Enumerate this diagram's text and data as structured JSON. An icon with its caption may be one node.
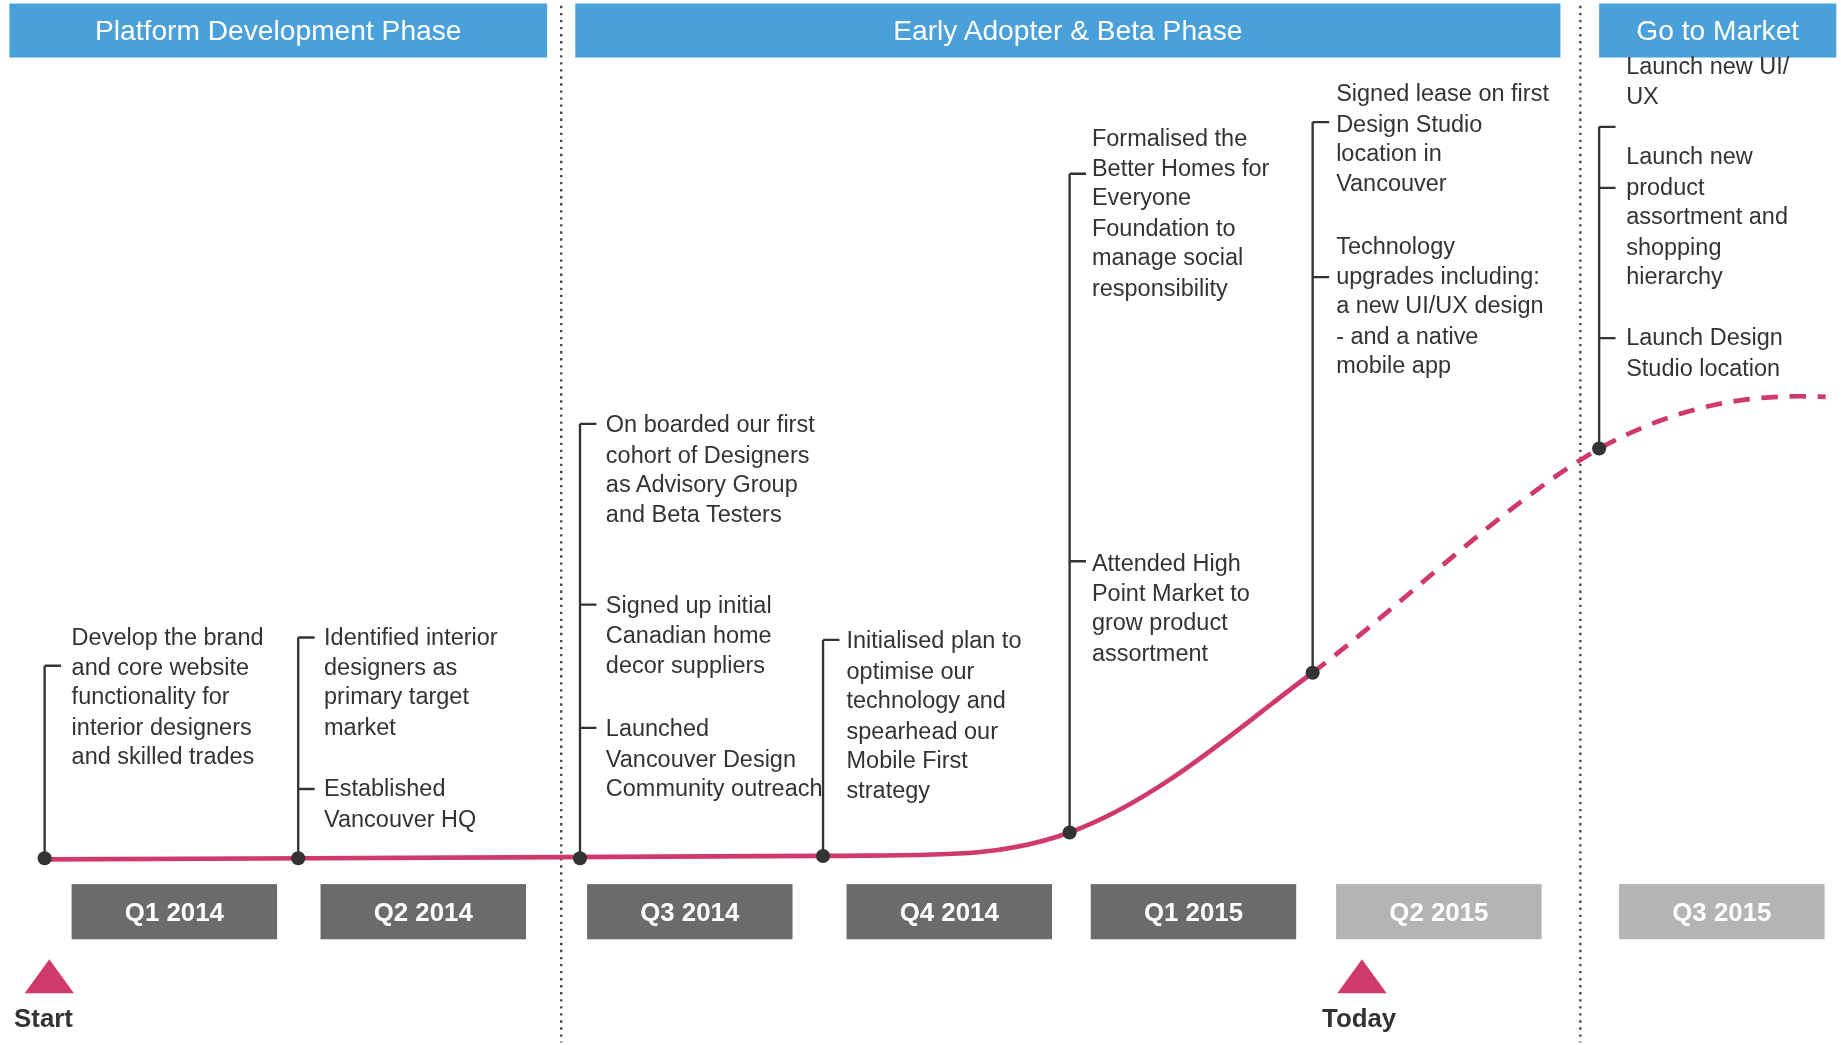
{
  "diagram": {
    "nodes": [
      {
        "text": [
          "Platform Development Phase"
        ]
      },
      {
        "text": [
          "Early Adopter & Beta Phase"
        ]
      },
      {
        "text": [
          "Go to Market"
        ]
      },
      {
        "text": [
          "Q1 2014"
        ]
      },
      {
        "text": [
          "Q2 2014"
        ]
      },
      {
        "text": [
          "Q3 2014"
        ]
      },
      {
        "text": [
          "Q4 2014"
        ]
      },
      {
        "text": [
          "Q1 2015"
        ]
      },
      {
        "text": [
          "Q2 2015"
        ]
      },
      {
        "text": [
          "Q3 2015"
        ]
      }
    ],
    "labels": [
      "Develop the brand and core website functionality for interior designers and skilled trades",
      "Identified interior designers as primary target market",
      "Established Vancouver HQ",
      "On boarded our first cohort of Designers as Advisory Group and Beta Testers",
      "Signed up initial Canadian home decor suppliers",
      "Launched Vancouver Design Community outreach",
      "Initialised plan to optimise our technology and spearhead our Mobile First strategy",
      "Formalised the Better Homes for Everyone Foundation to manage social responsibility",
      "Attended High Point Market to grow product assortment",
      "Signed lease on first Design Studio location in Vancouver",
      "Technology upgrades including: a new UI/UX design - and a native mobile app",
      "Launch new UI/ UX",
      "Launch new product assortment and shopping hierarchy",
      "Launch Design Studio location",
      "Start",
      "Today"
    ]
  }
}
